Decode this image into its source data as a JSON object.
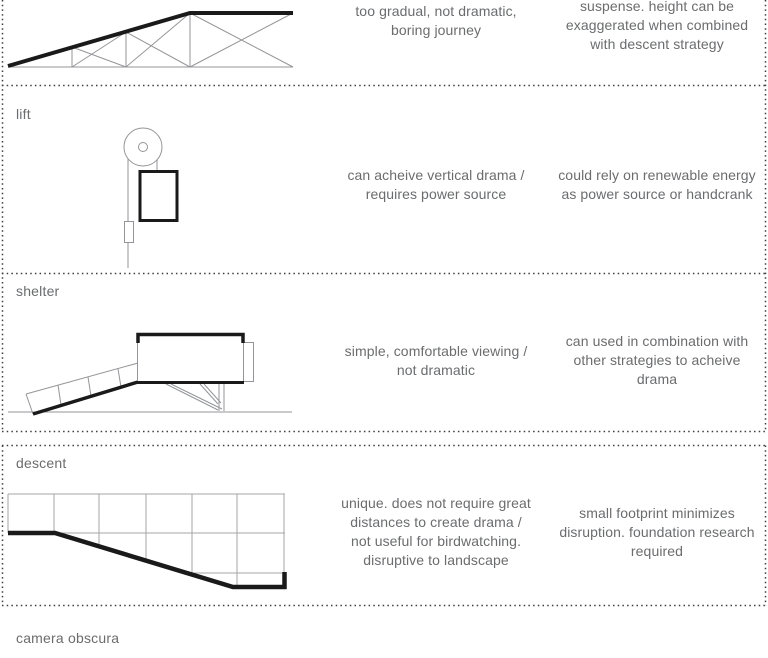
{
  "palette": {
    "text_gray": "#6b6c6e",
    "thin_line": "#949598",
    "grid_line": "#a6a6a6",
    "thick_line": "#1a1a1a",
    "dotted_border": "#3e3e3e",
    "background": "#ffffff"
  },
  "rows": [
    {
      "id": "inclined-ramp",
      "label": "",
      "diagram": "inclined-ramp-truss-drawing",
      "left_note": "too gradual, not dramatic,\nboring journey",
      "right_note": "suspense. height can be\nexaggerated when combined\nwith descent strategy"
    },
    {
      "id": "lift",
      "label": "lift",
      "diagram": "pulley-cabin-counterweight-drawing",
      "left_note": "can acheive vertical drama /\nrequires power source",
      "right_note": "could rely on renewable energy\nas power source or handcrank"
    },
    {
      "id": "shelter",
      "label": "shelter",
      "diagram": "ramp-to-elevated-shelter-drawing",
      "left_note": "simple, comfortable viewing /\nnot dramatic",
      "right_note": "can used in combination with\nother strategies to acheive\ndrama"
    },
    {
      "id": "descent",
      "label": "descent",
      "diagram": "sunken-ramp-grid-drawing",
      "left_note": "unique. does not require great\ndistances to create drama /\nnot useful for birdwatching.\ndisruptive to landscape",
      "right_note": "small footprint minimizes\ndisruption. foundation research\nrequired"
    },
    {
      "id": "camera-obscura",
      "label": "camera obscura",
      "diagram": "",
      "left_note": "",
      "right_note": ""
    }
  ]
}
